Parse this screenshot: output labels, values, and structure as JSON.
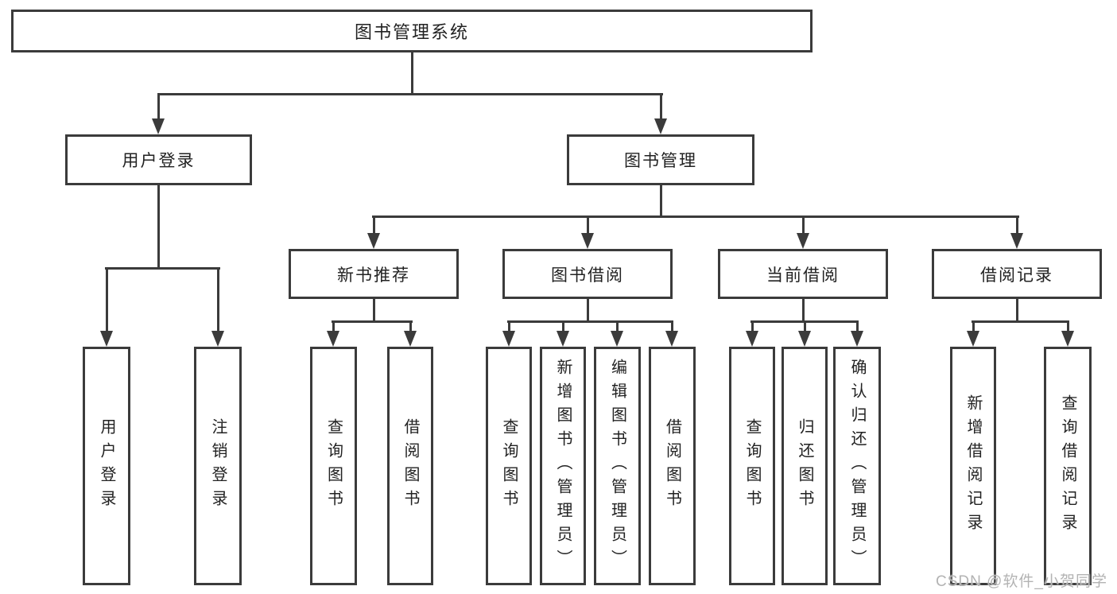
{
  "colors": {
    "line": "#3b3b3b",
    "text": "#222222",
    "background": "#ffffff",
    "watermark": "#b3b3b3"
  },
  "nodes": {
    "root": "图书管理系统",
    "user_login": "用户登录",
    "book_mgmt": "图书管理",
    "new_book": "新书推荐",
    "book_borrow": "图书借阅",
    "current_borrow": "当前借阅",
    "borrow_records": "借阅记录"
  },
  "leaves": {
    "user_login": "用户登录",
    "logout": "注销登录",
    "nbr_query": "查询图书",
    "nbr_borrow": "借阅图书",
    "bb_query": "查询图书",
    "bb_add": "新增图书（管理员）",
    "bb_edit": "编辑图书（管理员）",
    "bb_borrow": "借阅图书",
    "cb_query": "查询图书",
    "cb_return": "归还图书",
    "cb_confirm": "确认归还（管理员）",
    "br_add": "新增借阅记录",
    "br_query": "查询借阅记录"
  },
  "hierarchy": {
    "label": "图书管理系统",
    "children": [
      {
        "label": "用户登录",
        "children": [
          "用户登录",
          "注销登录"
        ]
      },
      {
        "label": "图书管理",
        "children": [
          {
            "label": "新书推荐",
            "children": [
              "查询图书",
              "借阅图书"
            ]
          },
          {
            "label": "图书借阅",
            "children": [
              "查询图书",
              "新增图书（管理员）",
              "编辑图书（管理员）",
              "借阅图书"
            ]
          },
          {
            "label": "当前借阅",
            "children": [
              "查询图书",
              "归还图书",
              "确认归还（管理员）"
            ]
          },
          {
            "label": "借阅记录",
            "children": [
              "新增借阅记录",
              "查询借阅记录"
            ]
          }
        ]
      }
    ]
  },
  "watermark": {
    "text": "CSDN @软件_小贺同学"
  }
}
